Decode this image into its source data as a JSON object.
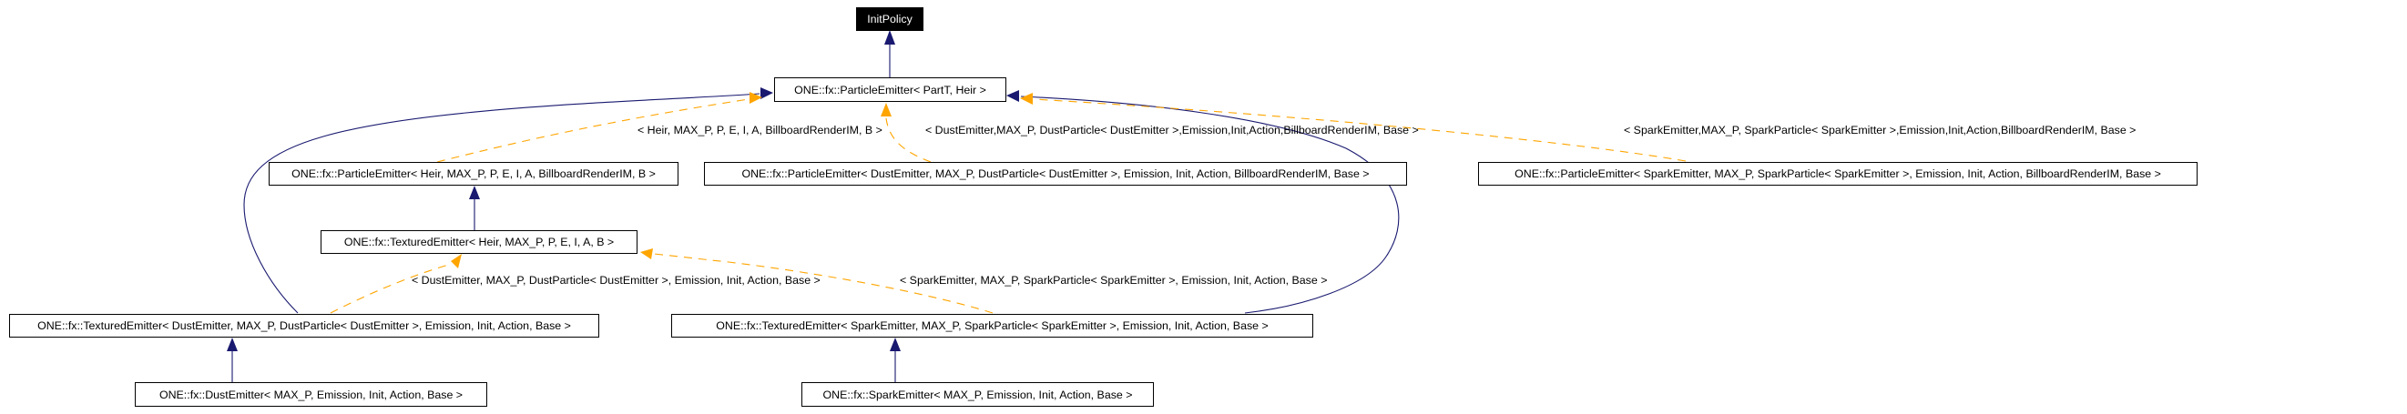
{
  "diagram": {
    "type": "class-inheritance-graph",
    "colors": {
      "background": "#ffffff",
      "inheritance_edge": "#191970",
      "template_edge": "#ffa500",
      "node_border": "#000000",
      "current_node_bg": "#000000",
      "current_node_text": "#ffffff"
    },
    "nodes": {
      "init_policy": "InitPolicy",
      "particle_emitter_base": "ONE::fx::ParticleEmitter< PartT, Heir >",
      "particle_emitter_heir": "ONE::fx::ParticleEmitter< Heir, MAX_P, P, E, I, A, BillboardRenderIM, B >",
      "particle_emitter_dust": "ONE::fx::ParticleEmitter< DustEmitter, MAX_P, DustParticle< DustEmitter >, Emission, Init, Action, BillboardRenderIM, Base >",
      "particle_emitter_spark": "ONE::fx::ParticleEmitter< SparkEmitter, MAX_P, SparkParticle< SparkEmitter >, Emission, Init, Action, BillboardRenderIM, Base >",
      "textured_emitter_base": "ONE::fx::TexturedEmitter< Heir, MAX_P, P, E, I, A, B >",
      "textured_emitter_dust": "ONE::fx::TexturedEmitter< DustEmitter, MAX_P, DustParticle< DustEmitter >, Emission, Init, Action, Base >",
      "textured_emitter_spark": "ONE::fx::TexturedEmitter< SparkEmitter, MAX_P, SparkParticle< SparkEmitter >, Emission, Init, Action, Base >",
      "dust_emitter": "ONE::fx::DustEmitter< MAX_P, Emission, Init, Action, Base >",
      "spark_emitter": "ONE::fx::SparkEmitter< MAX_P, Emission, Init, Action, Base >"
    },
    "edge_labels": {
      "heir_instantiation": "< Heir, MAX_P, P, E, I, A, BillboardRenderIM, B >",
      "dust_particle_instantiation": "< DustEmitter,MAX_P, DustParticle< DustEmitter >,Emission,Init,Action,BillboardRenderIM, Base >",
      "spark_particle_instantiation": "< SparkEmitter,MAX_P, SparkParticle< SparkEmitter >,Emission,Init,Action,BillboardRenderIM, Base >",
      "dust_textured_instantiation": "< DustEmitter, MAX_P, DustParticle< DustEmitter >, Emission, Init, Action, Base >",
      "spark_textured_instantiation": "< SparkEmitter, MAX_P, SparkParticle< SparkEmitter >, Emission, Init, Action, Base >"
    }
  }
}
